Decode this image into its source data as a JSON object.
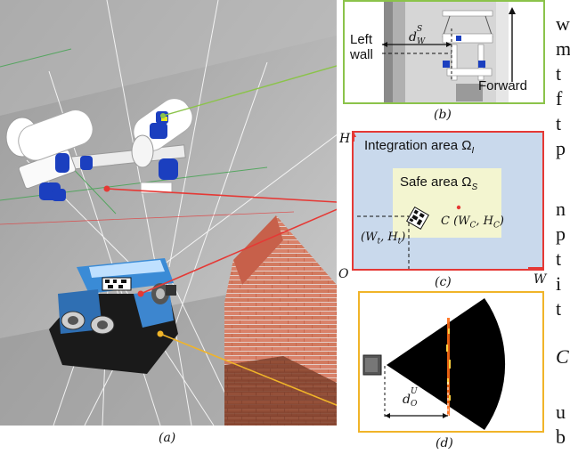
{
  "panels": {
    "a": {
      "caption": "(a)"
    },
    "b": {
      "caption": "(b)",
      "left_wall_line1": "Left",
      "left_wall_line2": "wall",
      "distance_symbol": "d",
      "distance_sup": "S",
      "distance_sub": "W",
      "forward_label": "Forward"
    },
    "c": {
      "caption": "(c)",
      "h_axis": "H",
      "w_axis": "W",
      "origin": "O",
      "integration_area": "Integration area Ω",
      "integration_sub": "I",
      "safe_area": "Safe area Ω",
      "safe_sub": "S",
      "center_label": "C (W",
      "center_sub1": "C",
      "center_mid": ", H",
      "center_sub2": "C",
      "center_end": ")",
      "tag_label": "(W",
      "tag_sub1": "t",
      "tag_mid": ", H",
      "tag_sub2": "t",
      "tag_end": ")"
    },
    "d": {
      "caption": "(d)",
      "distance_symbol": "d",
      "distance_sup": "U",
      "distance_sub": "O"
    }
  },
  "colors": {
    "panel_b_border": "#8bc34a",
    "panel_c_border": "#e53935",
    "panel_d_border": "#f0b429",
    "integration_fill": "#c9d9ec",
    "safe_fill": "#f3f5d0"
  },
  "side_text": [
    "w",
    "m",
    "t",
    "f",
    "t",
    "p",
    "",
    "n",
    "p",
    "t",
    "i",
    "t",
    "",
    "C",
    "",
    "u",
    "b"
  ]
}
